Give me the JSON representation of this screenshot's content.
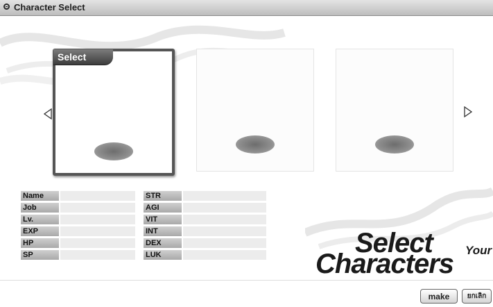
{
  "window": {
    "title": "Character Select"
  },
  "slots": [
    {
      "tab_label": "Select",
      "selected": true
    },
    {
      "tab_label": "",
      "selected": false
    },
    {
      "tab_label": "",
      "selected": false
    }
  ],
  "stats_left": [
    {
      "label": "Name",
      "value": ""
    },
    {
      "label": "Job",
      "value": ""
    },
    {
      "label": "Lv.",
      "value": ""
    },
    {
      "label": "EXP",
      "value": ""
    },
    {
      "label": "HP",
      "value": ""
    },
    {
      "label": "SP",
      "value": ""
    }
  ],
  "stats_right": [
    {
      "label": "STR",
      "value": ""
    },
    {
      "label": "AGI",
      "value": ""
    },
    {
      "label": "VIT",
      "value": ""
    },
    {
      "label": "INT",
      "value": ""
    },
    {
      "label": "DEX",
      "value": ""
    },
    {
      "label": "LUK",
      "value": ""
    }
  ],
  "logo": {
    "line1": "Select",
    "line1_small": "Your",
    "line2": "Characters"
  },
  "buttons": {
    "make": "make",
    "delete": "ยกเลิก"
  },
  "icons": {
    "prev": "triangle-left-icon",
    "next": "triangle-right-icon",
    "window": "circle-icon"
  }
}
